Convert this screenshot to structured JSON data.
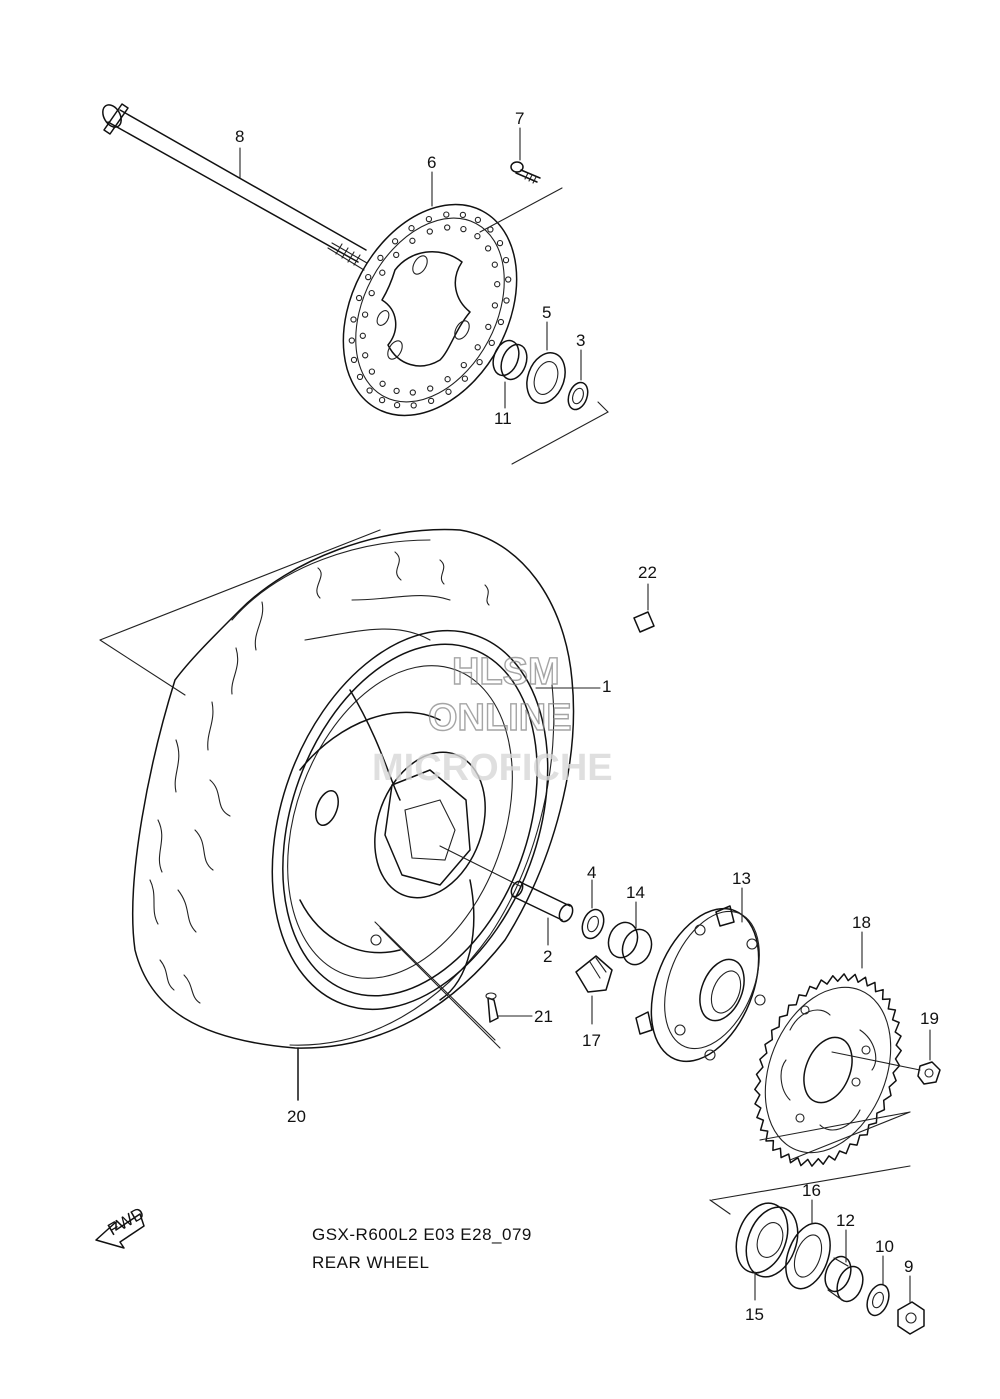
{
  "callouts": {
    "p1": "1",
    "p2": "2",
    "p3": "3",
    "p4": "4",
    "p5": "5",
    "p6": "6",
    "p7": "7",
    "p8": "8",
    "p9": "9",
    "p10": "10",
    "p11": "11",
    "p12": "12",
    "p13": "13",
    "p14": "14",
    "p15": "15",
    "p16": "16",
    "p17": "17",
    "p18": "18",
    "p19": "19",
    "p20": "20",
    "p21": "21",
    "p22": "22"
  },
  "caption": {
    "model_line": "GSX-R600L2 E03 E28_079",
    "section_title": "REAR WHEEL"
  },
  "fwd_arrow": {
    "label": "FWD"
  },
  "watermark": {
    "line1": "HLSM",
    "line2": "ONLINE",
    "line3": "MICROFICHE"
  }
}
